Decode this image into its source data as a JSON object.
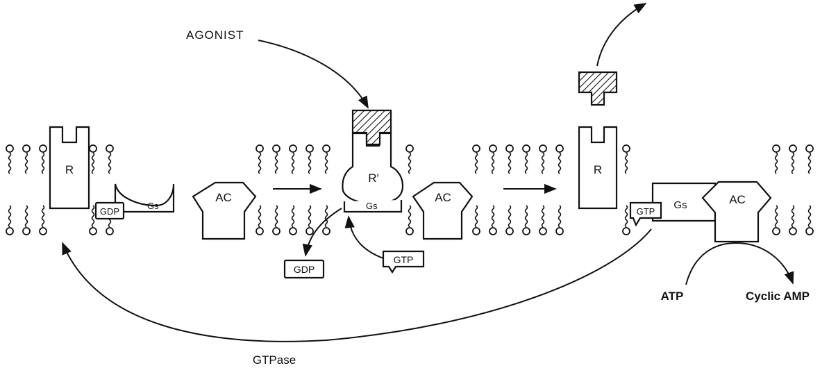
{
  "labels": {
    "agonist": "AGONIST",
    "gtpase": "GTPase",
    "atp": "ATP",
    "cyclic_amp": "Cyclic AMP",
    "r_left": "R",
    "r_active": "R′",
    "r_right": "R",
    "ac": "AC",
    "gs": "Gs",
    "gdp": "GDP",
    "gtp": "GTP"
  }
}
